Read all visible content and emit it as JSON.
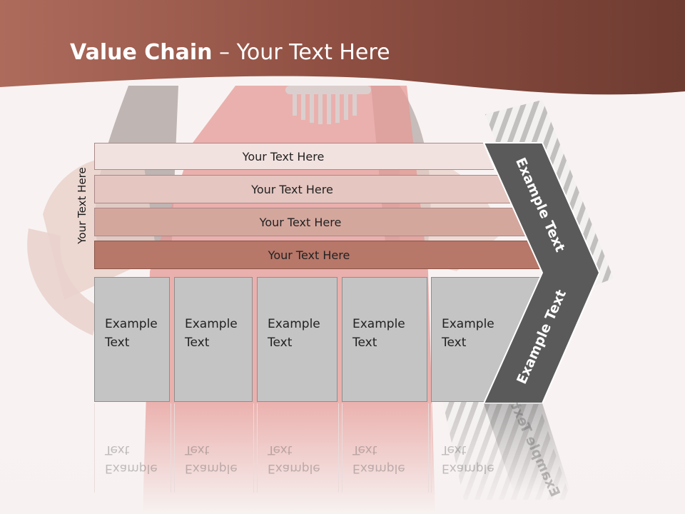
{
  "header": {
    "title_bold": "Value Chain",
    "title_rest": " – Your Text Here"
  },
  "side_label": "Your Text Here",
  "bars": [
    {
      "label": "Your Text Here"
    },
    {
      "label": "Your Text Here"
    },
    {
      "label": "Your Text Here"
    },
    {
      "label": "Your Text Here"
    }
  ],
  "cells": [
    {
      "line1": "Example",
      "line2": "Text"
    },
    {
      "line1": "Example",
      "line2": "Text"
    },
    {
      "line1": "Example",
      "line2": "Text"
    },
    {
      "line1": "Example",
      "line2": "Text"
    },
    {
      "line1": "Example",
      "line2": "Text"
    }
  ],
  "chevron": {
    "upper_label": "Example Text",
    "lower_label": "Example Text"
  },
  "colors": {
    "header_band": "#9c5b4c",
    "bar_1": "#f2e2df",
    "bar_2": "#e5c6c0",
    "bar_3": "#d4a79d",
    "bar_4": "#b77769",
    "cell_fill": "#c4c4c4",
    "chevron_fill": "#5a5a5a"
  }
}
